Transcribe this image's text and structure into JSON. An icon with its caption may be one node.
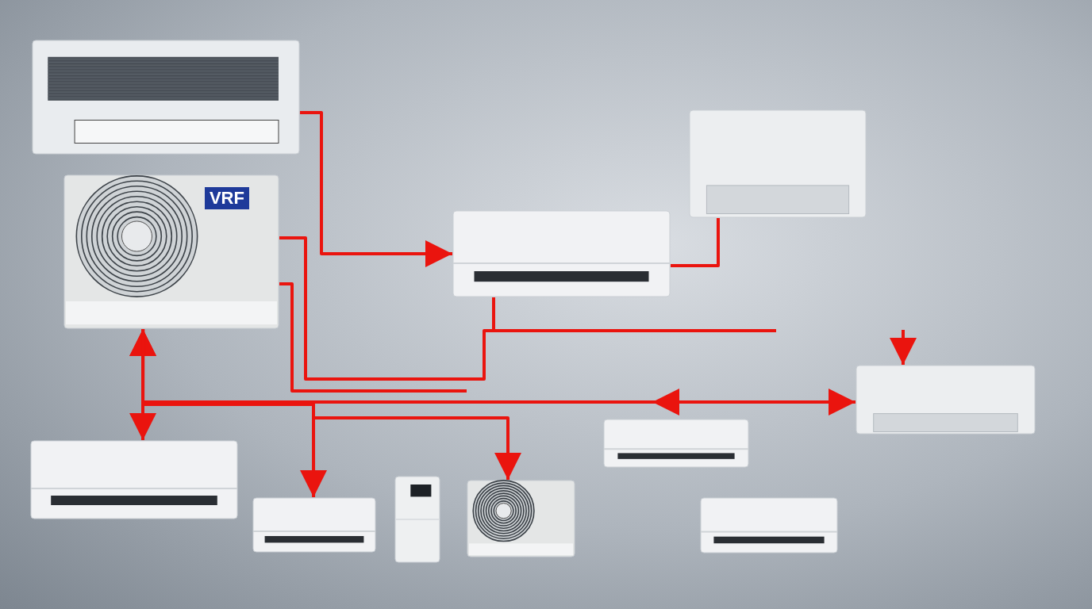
{
  "diagram": {
    "nodes": [
      {
        "text": [],
        "shape": "picture"
      },
      {
        "text": [
          "VRF"
        ]
      },
      {
        "text": [],
        "shape": "picture"
      },
      {
        "text": [],
        "shape": "picture"
      },
      {
        "text": [],
        "shape": "picture"
      },
      {
        "text": [],
        "shape": "picture"
      },
      {
        "text": [],
        "shape": "picture"
      },
      {
        "text": [],
        "shape": "picture"
      },
      {
        "text": [],
        "shape": "picture"
      },
      {
        "text": [],
        "shape": "picture"
      },
      {
        "text": [],
        "shape": "picture"
      }
    ],
    "edges": [
      {
        "from": 0,
        "to": 3,
        "arrow": "to"
      },
      {
        "from": 3,
        "to": 2,
        "arrow": "none"
      },
      {
        "from": 1,
        "to": 6,
        "arrow": "both"
      },
      {
        "from": 1,
        "to": 4,
        "arrow": "both"
      },
      {
        "from": 1,
        "to": 7,
        "arrow": "to"
      },
      {
        "from": 1,
        "to": 9,
        "arrow": "to"
      },
      {
        "from": 1,
        "to": null,
        "arrow": "none"
      },
      {
        "from": 3,
        "to": null,
        "arrow": "none"
      },
      {
        "from": 1,
        "to": null,
        "arrow": "none"
      },
      {
        "from": null,
        "to": 4,
        "arrow": "to"
      }
    ]
  }
}
